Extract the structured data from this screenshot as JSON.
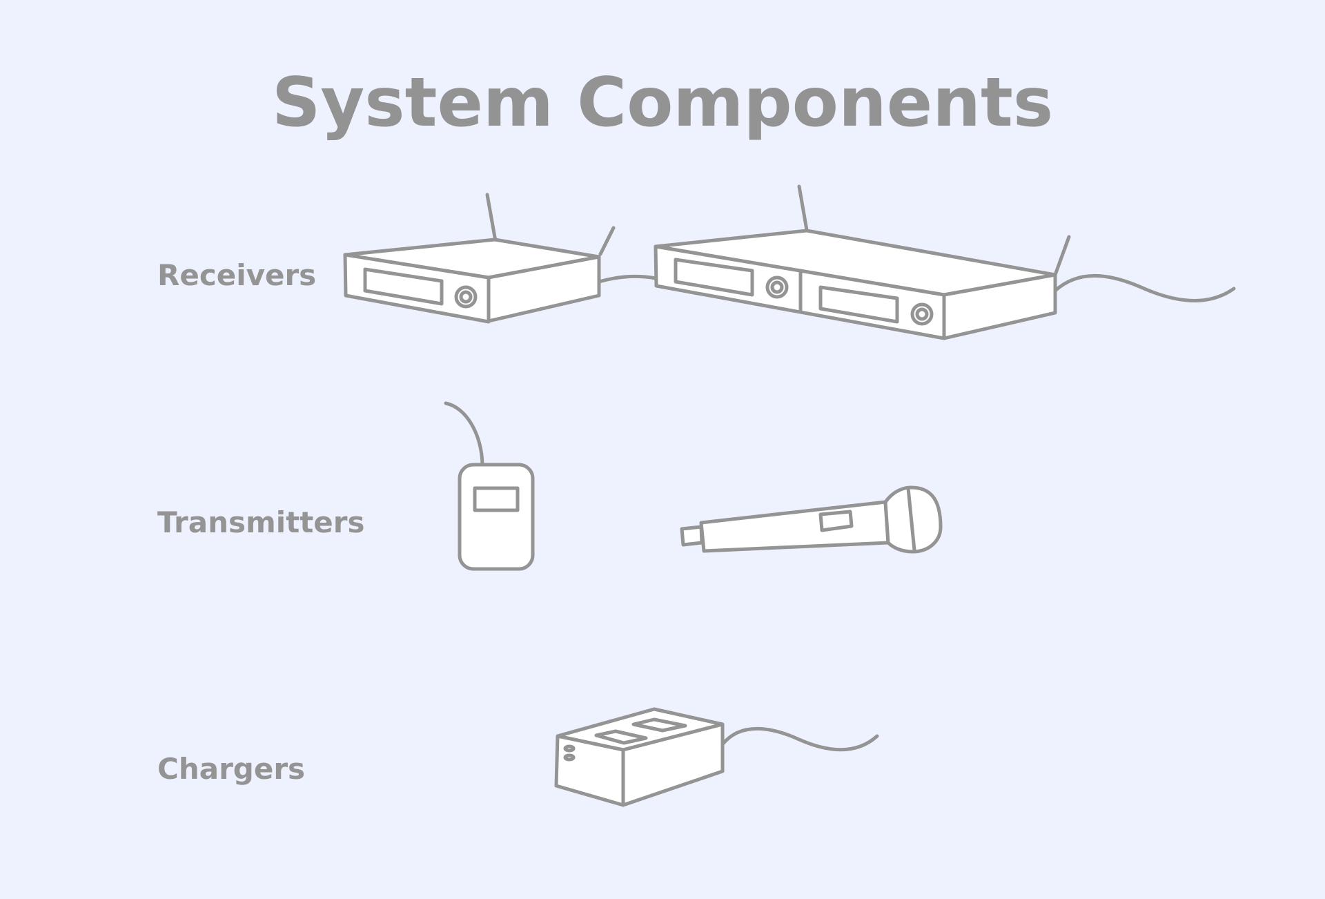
{
  "title": "System Components",
  "rows": [
    {
      "label": "Receivers"
    },
    {
      "label": "Transmitters"
    },
    {
      "label": "Chargers"
    }
  ],
  "icons": {
    "receiver_single": "single-channel-receiver-icon",
    "receiver_dual": "dual-channel-receiver-icon",
    "transmitter_bodypack": "bodypack-transmitter-icon",
    "transmitter_handheld": "handheld-microphone-icon",
    "charger": "charging-station-icon"
  },
  "colors": {
    "background": "#eef2fe",
    "line": "#949494",
    "fill": "#ffffff"
  }
}
